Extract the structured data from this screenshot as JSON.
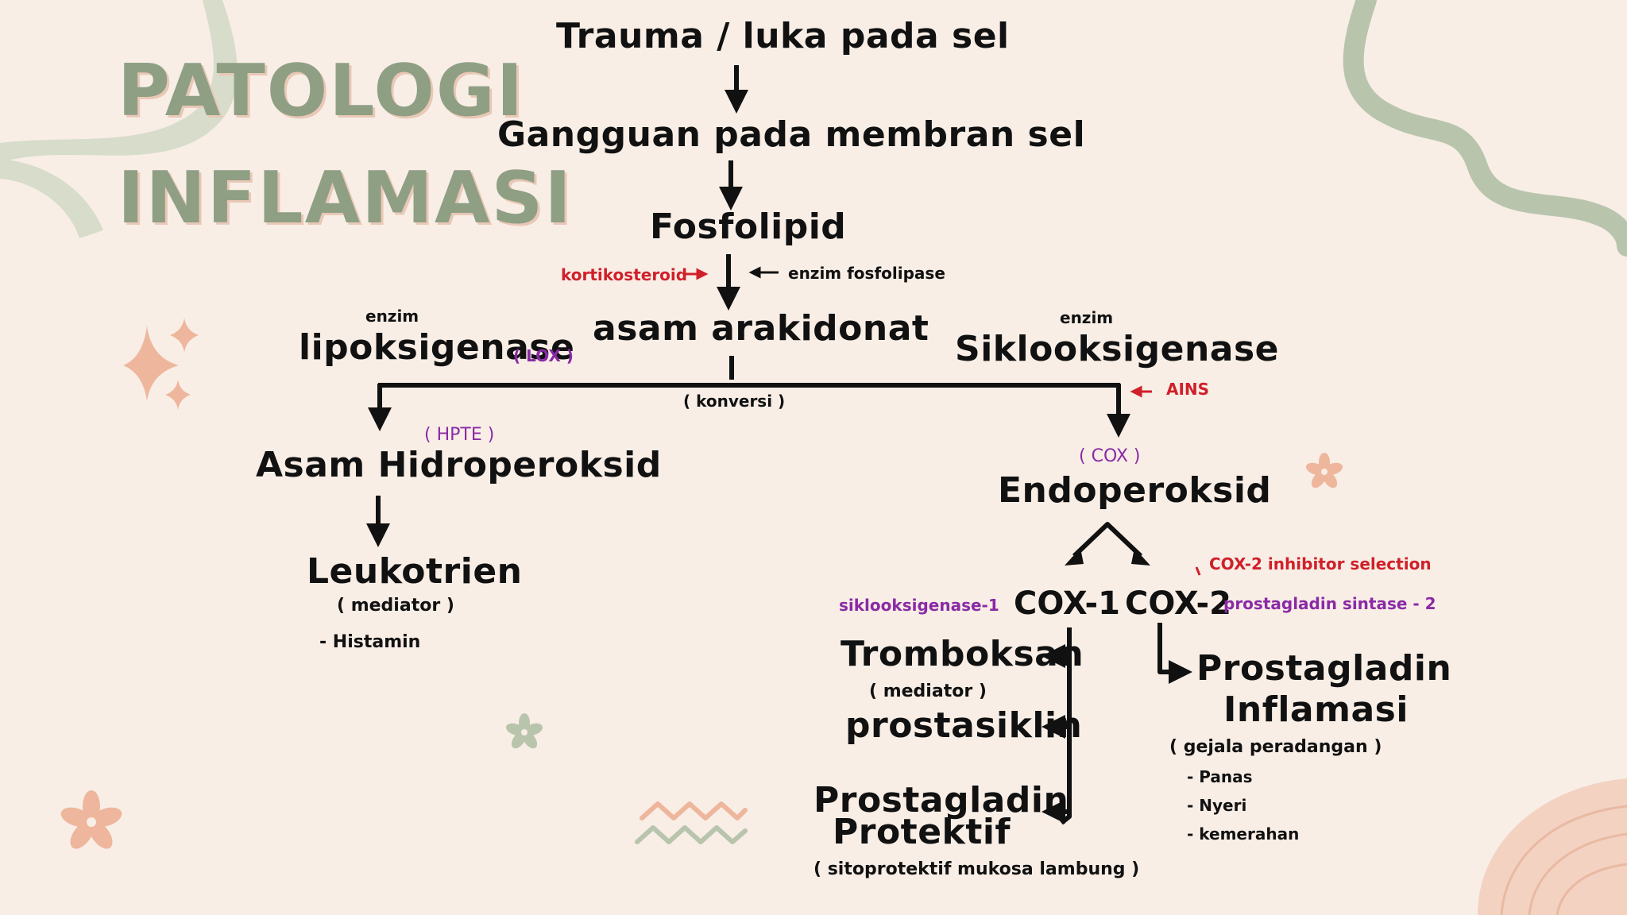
{
  "title": {
    "line1": "PATOLOGI",
    "line2": "INFLAMASI"
  },
  "colors": {
    "background": "#f8eee6",
    "title": "#8f9f84",
    "sage": "#b9c4ad",
    "peach": "#eeb69c",
    "red": "#d0202a",
    "purple": "#8a2aa6",
    "ink": "#111111"
  },
  "flow": {
    "trauma": "Trauma / luka pada sel",
    "gangguan": "Gangguan pada membran sel",
    "fosfolipid": "Fosfolipid",
    "kortikosteroid": "kortikosteroid",
    "enzim_fosfolipase": "enzim fosfolipase",
    "asam_arakidonat": "asam arakidonat",
    "konversi": "( konversi )"
  },
  "left_branch": {
    "enzim": "enzim",
    "enzyme_name": "lipoksigenase",
    "abbr": "( LOX )",
    "hpte": "( HPTE )",
    "product": "Asam Hidroperoksid",
    "leukotrien": "Leukotrien",
    "mediator": "( mediator )",
    "histamin": "- Histamin"
  },
  "right_branch": {
    "enzim": "enzim",
    "enzyme_name": "Siklooksigenase",
    "ains": "AINS",
    "cox": "( COX )",
    "product": "Endoperoksid",
    "cox2_inhibitor": "COX-2 inhibitor selection",
    "siklooksigenase1": "siklooksigenase-1",
    "cox1": "COX-1",
    "cox2": "COX-2",
    "prostaglandin_sintase2": "prostagladin sintase - 2",
    "tromboksan": "Tromboksan",
    "mediator": "( mediator )",
    "prostasiklin": "prostasiklin",
    "prostagladin_protektif_1": "Prostagladin",
    "prostagladin_protektif_2": "Protektif",
    "sitoprotektif": "( sitoprotektif mukosa lambung )",
    "prostagladin_inflamasi_1": "Prostagladin",
    "prostagladin_inflamasi_2": "Inflamasi",
    "gejala": "( gejala peradangan )",
    "panas": "- Panas",
    "nyeri": "- Nyeri",
    "kemerahan": "- kemerahan"
  }
}
